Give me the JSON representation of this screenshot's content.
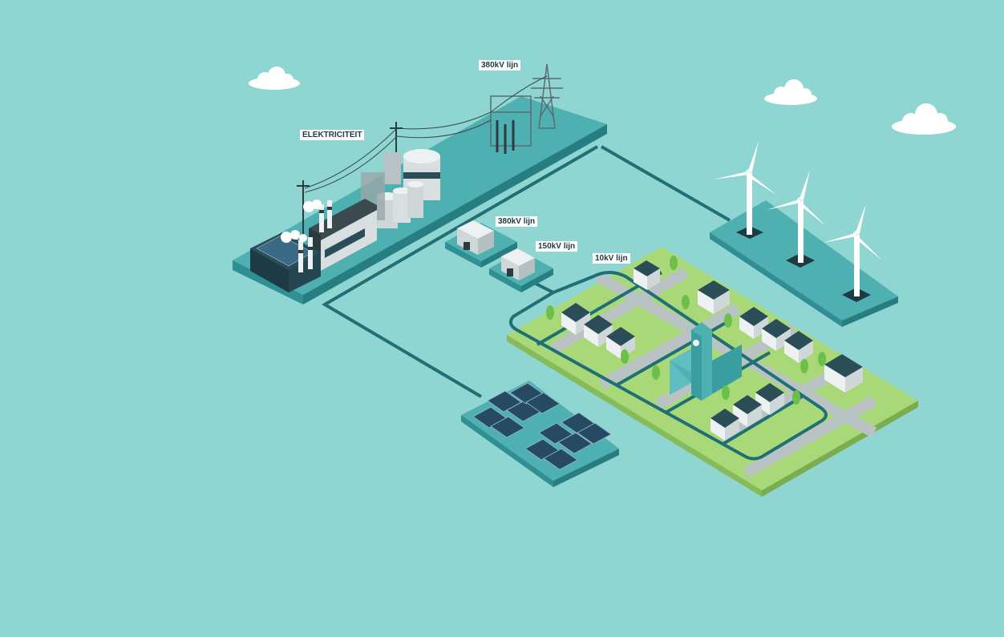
{
  "labels": {
    "top_line": "380kV lijn",
    "plant": "ELEKTRICITEIT",
    "sub_380": "380kV lijn",
    "sub_150": "150kV lijn",
    "line_10": "10kV lijn"
  },
  "colors": {
    "background": "#8fd6d2",
    "platform_top": "#4fb0b2",
    "platform_side": "#2f8f93",
    "cable": "#1f6f74",
    "grass": "#a8d878",
    "road": "#b9c3c3",
    "house": "#eef1f1",
    "roof": "#2b4d57",
    "solar": "#274a63"
  },
  "icons": [
    "cloud-icon",
    "pylon-icon",
    "wind-turbine-icon",
    "solar-panel-icon",
    "house-icon",
    "tree-icon",
    "clock-tower-icon",
    "factory-icon",
    "substation-icon"
  ]
}
